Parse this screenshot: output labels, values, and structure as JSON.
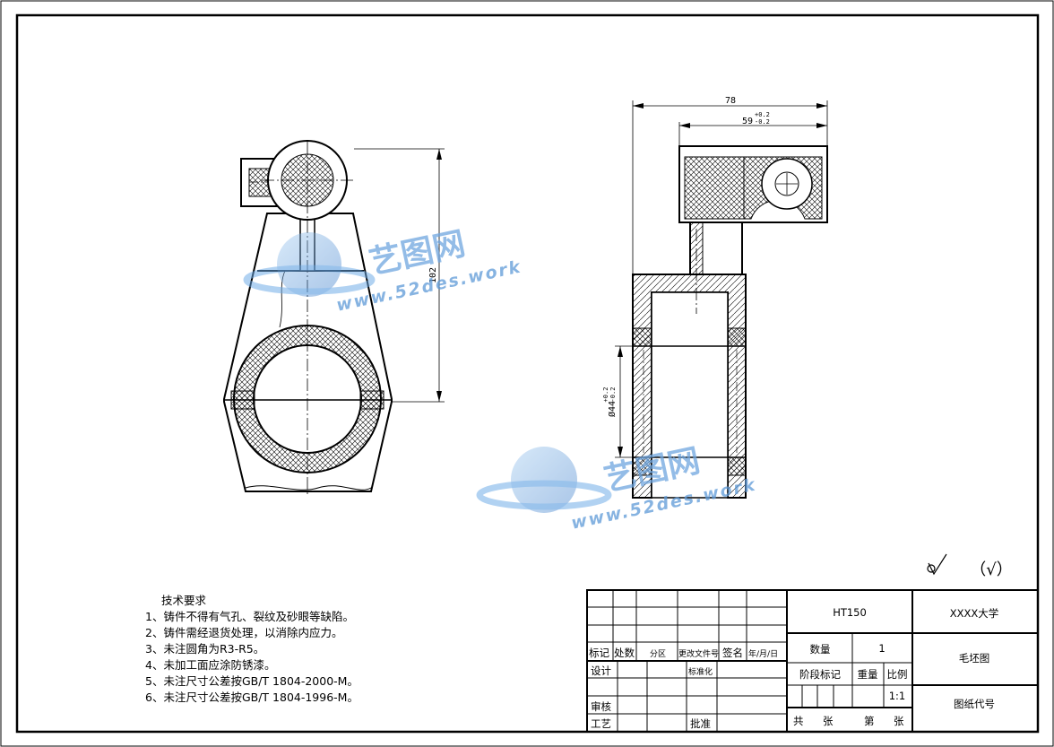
{
  "drawing": {
    "dimensions": {
      "overall_width": "78",
      "inner_width": "59",
      "inner_width_tol_upper": "+0.2",
      "inner_width_tol_lower": "-0.2",
      "height": "102",
      "bore_diameter": "Ø44",
      "bore_tol_upper": "+0.2",
      "bore_tol_lower": "-0.2"
    },
    "surface_roughness": {
      "symbol": "√",
      "note": "（√）"
    },
    "watermark": {
      "brand": "艺图网",
      "url": "www.52des.work"
    }
  },
  "technical_requirements": {
    "title": "技术要求",
    "items": [
      "1、铸件不得有气孔、裂纹及砂眼等缺陷。",
      "2、铸件需经退货处理，以消除内应力。",
      "3、未注圆角为R3-R5。",
      "4、未加工面应涂防锈漆。",
      "5、未注尺寸公差按GB/T 1804-2000-M。",
      "6、未注尺寸公差按GB/T 1804-1996-M。"
    ]
  },
  "title_block": {
    "revision_headers": {
      "mark": "标记",
      "count": "处数",
      "zone": "分区",
      "change_doc": "更改文件号",
      "signature": "签名",
      "date": "年/月/日"
    },
    "roles": {
      "design": "设计",
      "standardization": "标准化",
      "review": "审核",
      "process": "工艺",
      "approve": "批准"
    },
    "material": "HT150",
    "quantity_label": "数量",
    "quantity_value": "1",
    "stage_mark_label": "阶段标记",
    "weight_label": "重量",
    "scale_label": "比例",
    "scale_value": "1:1",
    "sheet_total_label": "共",
    "sheet_unit_1": "张",
    "sheet_num_label": "第",
    "sheet_unit_2": "张",
    "school": "XXXX大学",
    "drawing_name": "毛坯图",
    "drawing_code_label": "图纸代号"
  }
}
